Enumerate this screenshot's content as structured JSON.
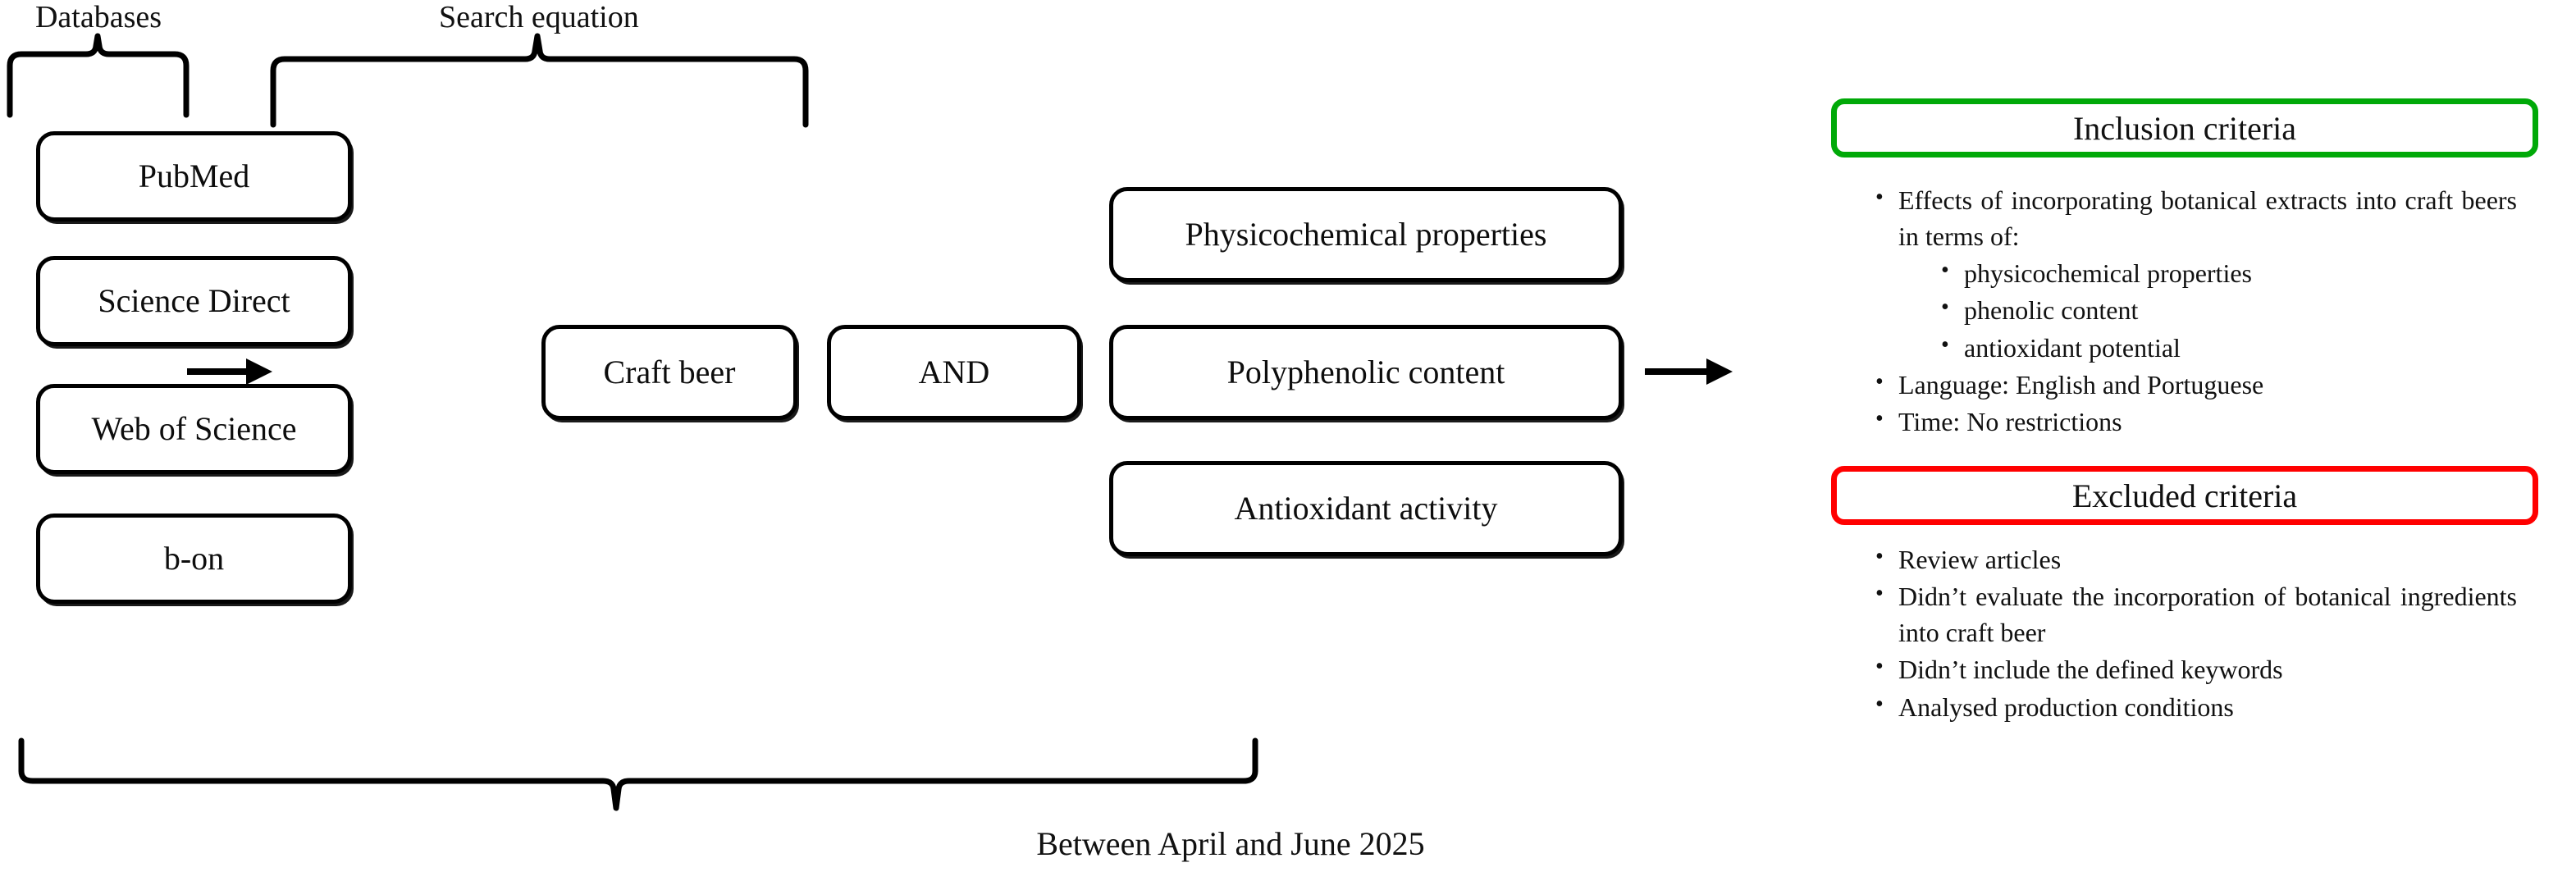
{
  "diagram": {
    "title_databases": "Databases",
    "title_search_equation": "Search equation",
    "timeframe_caption": "Between April and June 2025"
  },
  "databases": {
    "items": [
      {
        "label": "PubMed"
      },
      {
        "label": "Science Direct"
      },
      {
        "label": "Web of Science"
      },
      {
        "label": "b-on"
      }
    ]
  },
  "search_equation": {
    "term": "Craft beer",
    "operator": "AND",
    "topics": [
      {
        "label": "Physicochemical properties"
      },
      {
        "label": "Polyphenolic content"
      },
      {
        "label": "Antioxidant activity"
      }
    ]
  },
  "inclusion": {
    "header": "Inclusion criteria",
    "border_color": "#00A908",
    "items": [
      {
        "text": "Effects of incorporating botanical extracts into craft beers in terms of:",
        "level": 1,
        "justify": true
      },
      {
        "text": "physicochemical properties",
        "level": 2,
        "justify": false
      },
      {
        "text": "phenolic content",
        "level": 2,
        "justify": false
      },
      {
        "text": "antioxidant potential",
        "level": 2,
        "justify": false
      },
      {
        "text": "Language: English and Portuguese",
        "level": 1,
        "justify": false
      },
      {
        "text": "Time: No restrictions",
        "level": 1,
        "justify": false
      }
    ]
  },
  "excluded": {
    "header": "Excluded criteria",
    "border_color": "#FF0000",
    "items": [
      {
        "text": "Review articles",
        "level": 1,
        "justify": false
      },
      {
        "text": "Didn’t evaluate the incorporation of botanical ingredients into craft beer",
        "level": 1,
        "justify": true
      },
      {
        "text": "Didn’t include the defined keywords",
        "level": 1,
        "justify": false
      },
      {
        "text": "Analysed production conditions",
        "level": 1,
        "justify": false
      }
    ]
  },
  "connectors": {
    "arrow_databases_to_equation": "arrow-right",
    "arrow_equation_to_criteria": "arrow-right",
    "brace_databases": "curly-brace-up",
    "brace_search_equation": "curly-brace-up",
    "brace_timeframe": "curly-brace-down"
  }
}
